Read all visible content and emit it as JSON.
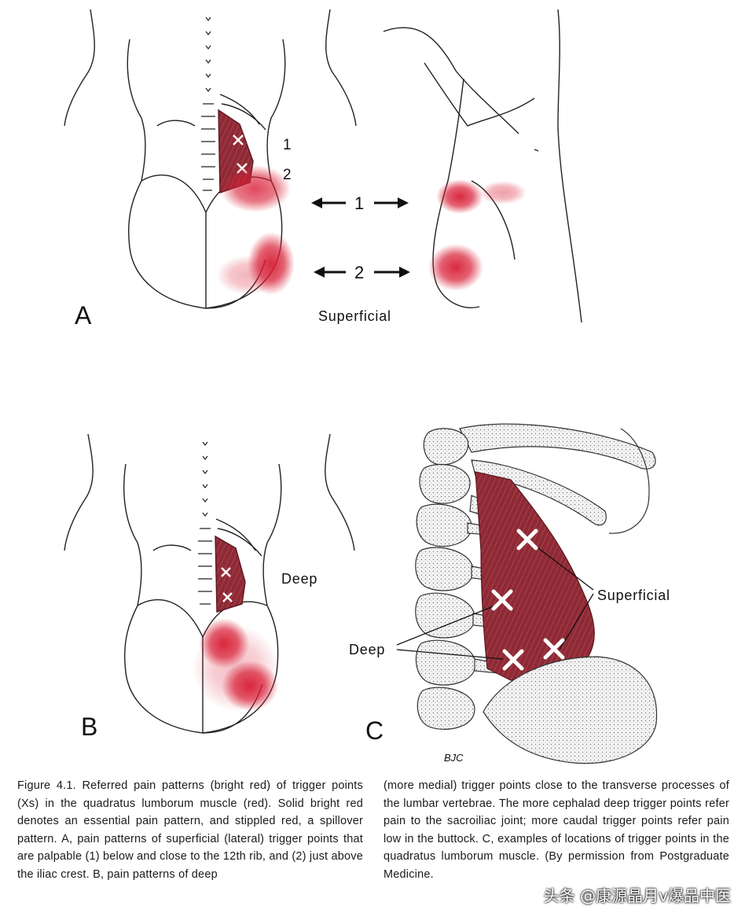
{
  "panels": {
    "A": {
      "letter": "A",
      "title": "Superficial",
      "marker_1": "1",
      "marker_2": "2",
      "arrow_1_label": "1",
      "arrow_2_label": "2"
    },
    "B": {
      "letter": "B",
      "label_deep": "Deep"
    },
    "C": {
      "letter": "C",
      "label_superficial": "Superficial",
      "label_deep": "Deep",
      "signature": "BJC"
    }
  },
  "caption": {
    "left": "Figure 4.1. Referred pain patterns (bright red) of trigger points (Xs) in the quadratus lumborum muscle (red). Solid bright red denotes an essential pain pattern, and stippled red, a spillover pattern. A, pain patterns of superficial (lateral) trigger points that are palpable (1) below and close to the 12th rib, and (2) just above the iliac crest. B, pain patterns of deep",
    "right": "(more medial) trigger points close to the transverse processes of the lumbar vertebrae. The more cephalad deep trigger points refer pain to the sacroiliac joint; more caudal trigger points refer pain low in the buttock. C, examples of locations of trigger points in the quadratus lumborum muscle. (By permission from Postgraduate Medicine."
  },
  "watermark": "头条 @康源晶月v爆品中医",
  "colors": {
    "muscle": "#8e2a35",
    "pain": "#d81e35",
    "line": "#222222"
  }
}
